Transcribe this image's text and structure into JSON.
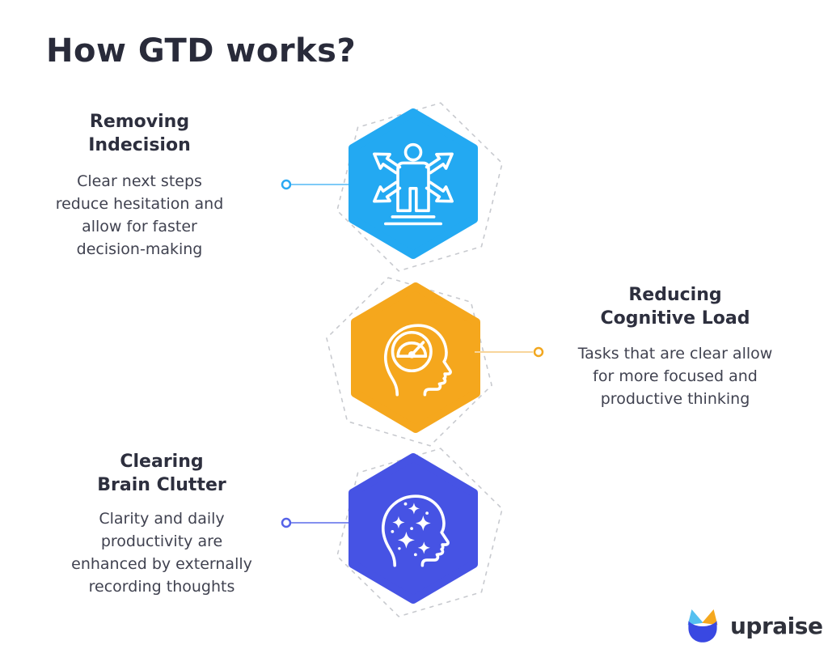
{
  "page": {
    "title": "How GTD works?"
  },
  "sections": [
    {
      "heading": "Removing\nIndecision",
      "body": "Clear next steps\nreduce hesitation and\nallow for faster\ndecision-making",
      "icon": "person-decision-arrows-icon",
      "hex_color": "#23a9f2",
      "line_color": "#7fcbf7",
      "ring_color": "#2aa9f3"
    },
    {
      "heading": "Reducing\nCognitive Load",
      "body": "Tasks that are clear allow\nfor more focused and\nproductive thinking",
      "icon": "head-gauge-icon",
      "hex_color": "#f5a71d",
      "line_color": "#f8d59b",
      "ring_color": "#f2a71f"
    },
    {
      "heading": "Clearing\nBrain Clutter",
      "body": "Clarity and daily\nproductivity are\nenhanced by externally\nrecording thoughts",
      "icon": "head-sparkles-icon",
      "hex_color": "#4653e4",
      "line_color": "#8490ef",
      "ring_color": "#5663e8"
    }
  ],
  "dashed_outline_color": "#c8cacf",
  "footer": {
    "brand": "upraise",
    "brand_colors": {
      "ear_left": "#54c0f0",
      "ear_right": "#f5a81e",
      "body": "#3948e2"
    }
  }
}
